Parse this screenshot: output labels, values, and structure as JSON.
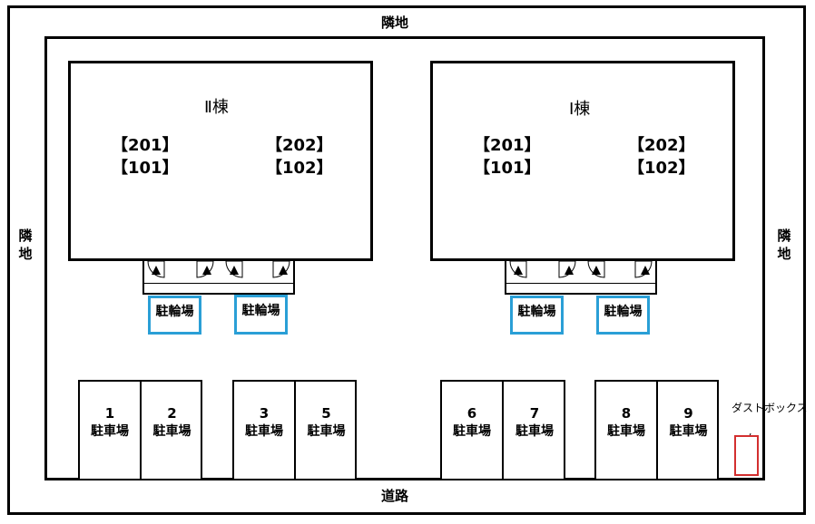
{
  "labels": {
    "neighbor_top": "隣地",
    "neighbor_left": [
      "隣",
      "地"
    ],
    "neighbor_right": [
      "隣",
      "地"
    ],
    "road": "道路"
  },
  "buildings": [
    {
      "name": "Ⅱ棟",
      "units": [
        "【201】",
        "【202】",
        "【101】",
        "【102】"
      ]
    },
    {
      "name": "Ⅰ棟",
      "units": [
        "【201】",
        "【202】",
        "【101】",
        "【102】"
      ]
    }
  ],
  "bicycle_parking": [
    "駐輪場",
    "駐輪場",
    "駐輪場",
    "駐輪場"
  ],
  "parking": [
    {
      "number": "1",
      "label": "駐車場"
    },
    {
      "number": "2",
      "label": "駐車場"
    },
    {
      "number": "3",
      "label": "駐車場"
    },
    {
      "number": "5",
      "label": "駐車場"
    },
    {
      "number": "6",
      "label": "駐車場"
    },
    {
      "number": "7",
      "label": "駐車場"
    },
    {
      "number": "8",
      "label": "駐車場"
    },
    {
      "number": "9",
      "label": "駐車場"
    }
  ],
  "dust_box": {
    "label": "ダストボックス"
  },
  "colors": {
    "bike_border": "#2a9fd6",
    "dust_border": "#d32f2f",
    "line": "#000000"
  }
}
